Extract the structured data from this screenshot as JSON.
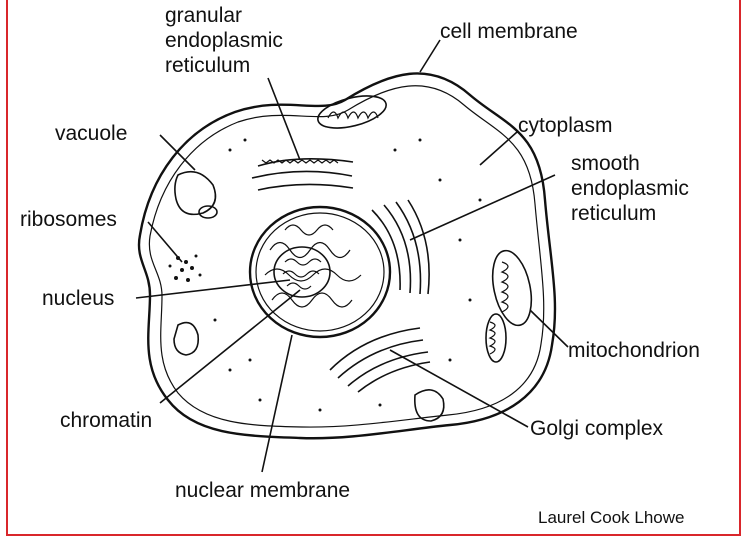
{
  "labels": {
    "granular_er": [
      "granular",
      "endoplasmic",
      "reticulum"
    ],
    "cell_membrane": "cell membrane",
    "cytoplasm": "cytoplasm",
    "smooth_er": [
      "smooth",
      "endoplasmic",
      "reticulum"
    ],
    "vacuole": "vacuole",
    "ribosomes": "ribosomes",
    "nucleus": "nucleus",
    "mitochondrion": "mitochondrion",
    "chromatin": "chromatin",
    "golgi": "Golgi complex",
    "nuclear_membrane": "nuclear membrane"
  },
  "credit": "Laurel Cook Lhowe",
  "colors": {
    "frame": "#d9262b",
    "ink": "#111111"
  }
}
